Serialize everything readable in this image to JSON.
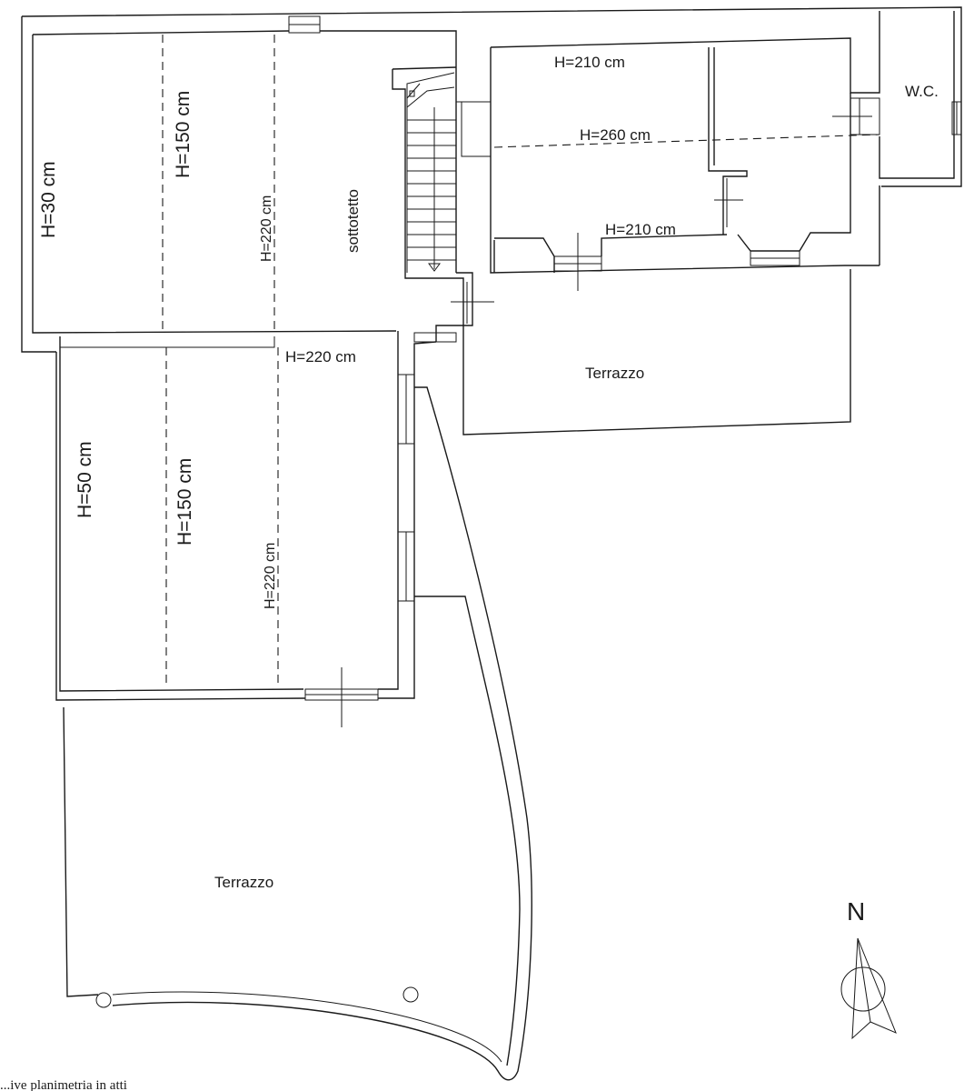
{
  "floor_plan": {
    "attic_room_label": "sottotetto",
    "heights": {
      "strip_north_low": "H=30 cm",
      "strip_north_mid": "H=150 cm",
      "strip_north_inner": "H=220 cm",
      "strip_south_low": "H=50 cm",
      "strip_south_mid": "H=150 cm",
      "strip_south_inner": "H=220 cm",
      "attic_center": "H=220 cm",
      "room_top": "H=210 cm",
      "room_mid": "H=260 cm",
      "room_bottom": "H=210 cm"
    },
    "wc_label": "W.C.",
    "terrace_upper_label": "Terrazzo",
    "terrace_lower_label": "Terrazzo",
    "north_label": "N",
    "footer_note": "...ive planimetria in atti"
  },
  "icons": {
    "north_arrow": "north-arrow-icon",
    "stair_arrow": "arrow-down-icon"
  },
  "colors": {
    "ink": "#1a1a1a",
    "paper": "#ffffff"
  }
}
